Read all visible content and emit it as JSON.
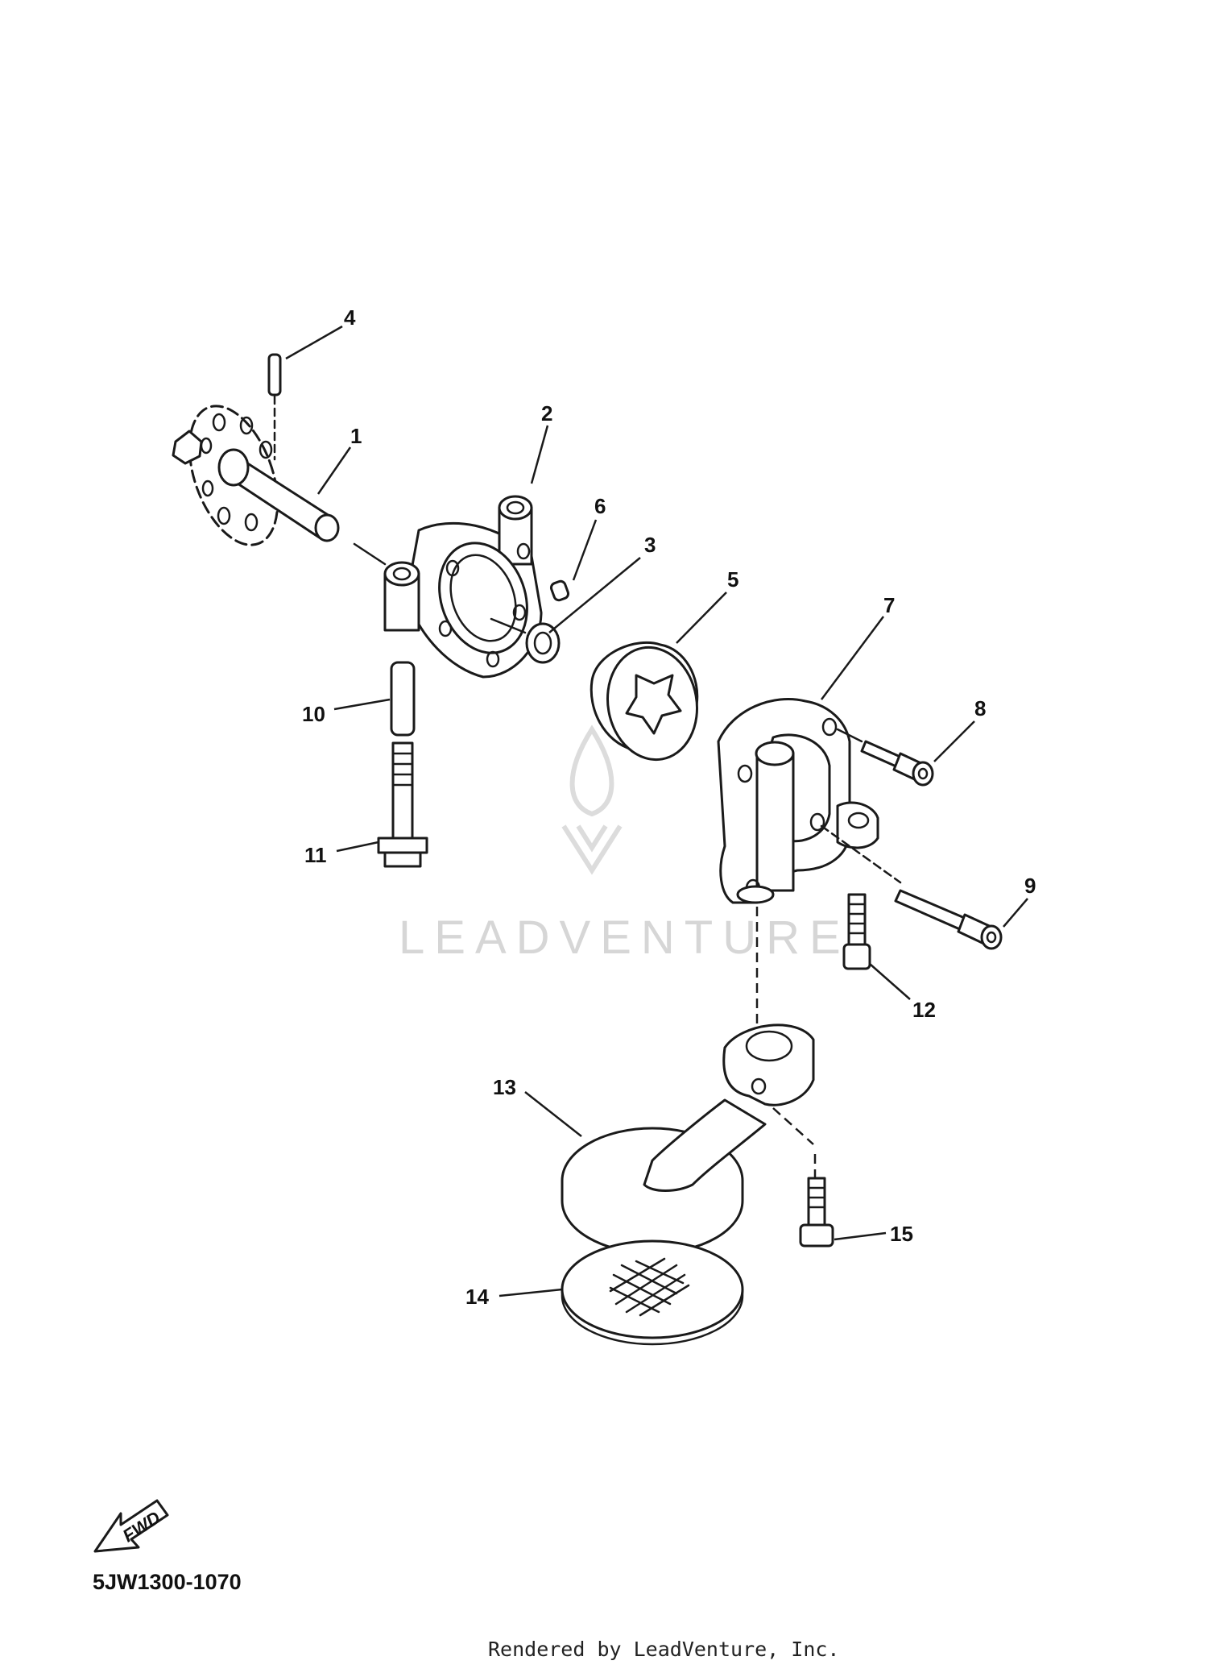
{
  "watermark": {
    "text": "LEADVENTURE",
    "color": "#d6d6d6"
  },
  "callouts": [
    "1",
    "2",
    "3",
    "4",
    "5",
    "6",
    "7",
    "8",
    "9",
    "10",
    "11",
    "12",
    "13",
    "14",
    "15"
  ],
  "fwd_label": "FWD",
  "diagram_code": "5JW1300-1070",
  "footer": "Rendered by LeadVenture, Inc."
}
